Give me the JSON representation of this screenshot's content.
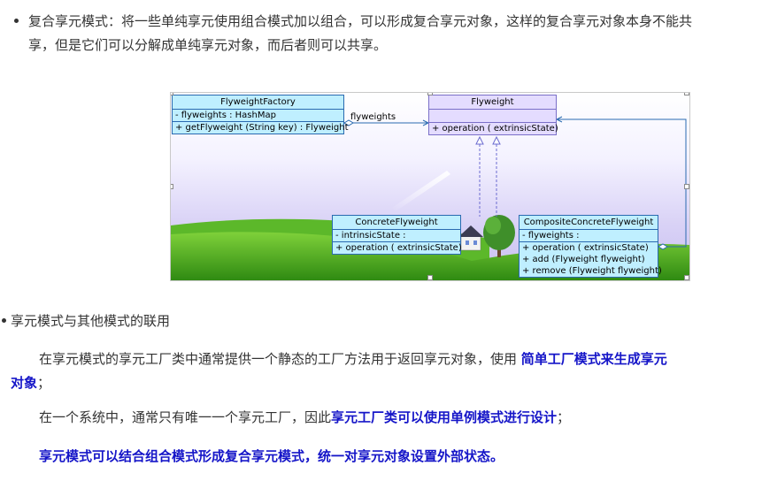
{
  "top_item": {
    "line1": "复合享元模式：将一些单纯享元使用组合模式加以组合，可以形成复合享元对象，这样的复合享元对象本身不能共",
    "line2": "享，但是它们可以分解成单纯享元对象，而后者则可以共享。"
  },
  "diagram": {
    "factory": {
      "name": "FlyweightFactory",
      "attribute": "- flyweights  : HashMap",
      "operation": "+ getFlyweight (String key)  : Flyweight"
    },
    "association_label": "flyweights",
    "flyweight": {
      "name": "Flyweight",
      "operation": "+ operation ( extrinsicState)"
    },
    "concrete": {
      "name": "ConcreteFlyweight",
      "attribute": "- intrinsicState  :",
      "operation": "+ operation ( extrinsicState)"
    },
    "composite": {
      "name": "CompositeConcreteFlyweight",
      "attribute": "- flyweights  :",
      "op1": "+ operation ( extrinsicState)",
      "op2": "+ add (Flyweight flyweight)",
      "op3": "+ remove (Flyweight flyweight)"
    },
    "colors": {
      "class_fill": "#bfefff",
      "interface_fill": "#e4dcff",
      "line": "#2a6ab0",
      "grass": "#3fa21e"
    }
  },
  "second_item": {
    "heading": "享元模式与其他模式的联用"
  },
  "paragraphs": {
    "p1_normal": "在享元模式的享元工厂类中通常提供一个静态的工厂方法用于返回享元对象，使用 ",
    "p1_bold": "简单工厂模式来生成享元",
    "p1_line2_bold": "对象",
    "p1_line2_tail": "；",
    "p2_normal": "在一个系统中，通常只有唯一一个享元工厂，因此",
    "p2_bold": "享元工厂类可以使用单例模式进行设计",
    "p2_tail": "；",
    "p3_bold": "享元模式可以结合组合模式形成复合享元模式，统一对享元对象设置外部状态。"
  }
}
